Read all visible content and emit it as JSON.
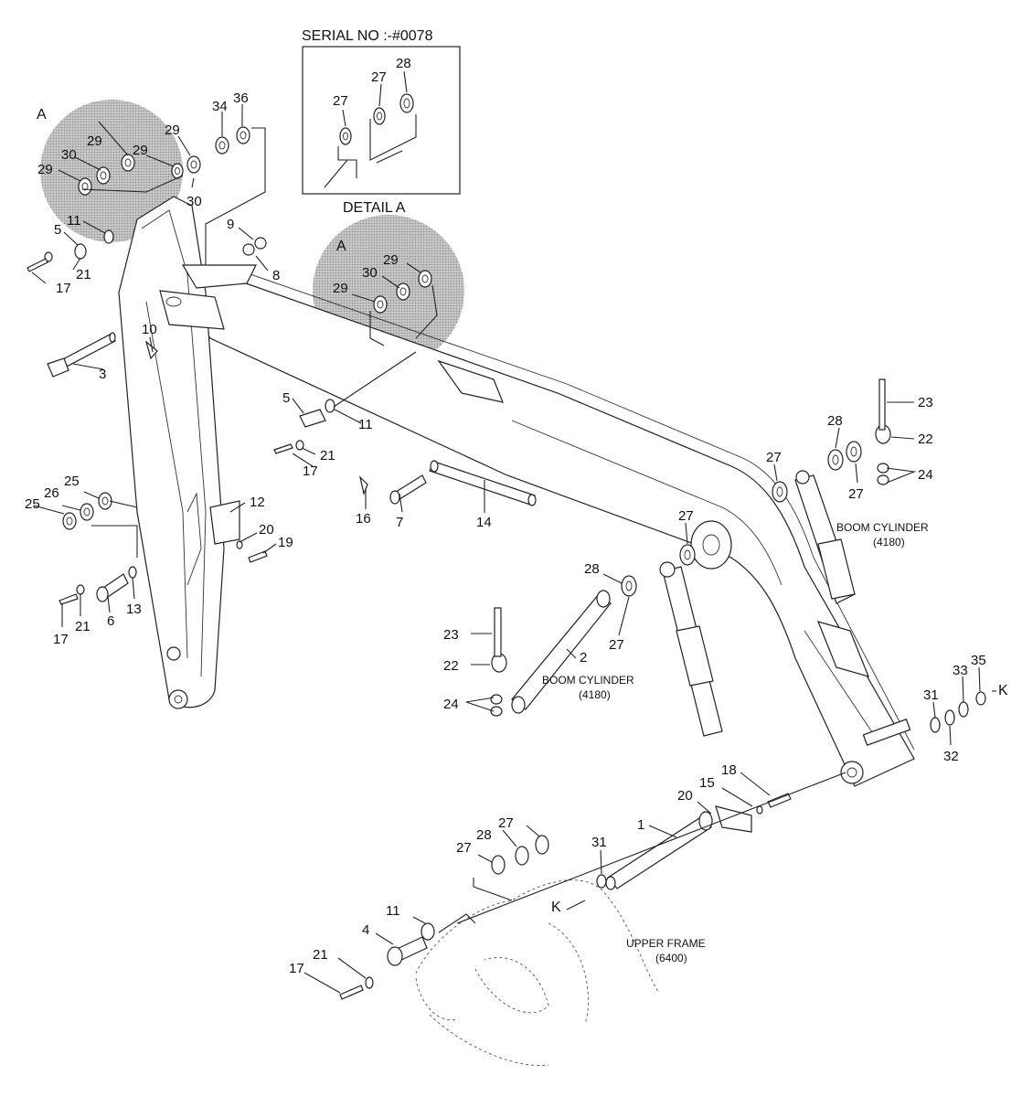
{
  "detail_box": {
    "serial": "SERIAL NO :-#0078",
    "caption": "DETAIL A"
  },
  "callouts": {
    "a_left": "A",
    "a_mid": "A",
    "k_right": "K",
    "k_bottom": "K"
  },
  "captions": {
    "boom_cyl_right": [
      "BOOM CYLINDER",
      "(4180)"
    ],
    "boom_cyl_mid": [
      "BOOM CYLINDER",
      "(4180)"
    ],
    "upper_frame": [
      "UPPER FRAME",
      "(6400)"
    ]
  },
  "part_numbers": [
    "1",
    "2",
    "3",
    "4",
    "5",
    "6",
    "7",
    "8",
    "9",
    "10",
    "11",
    "12",
    "13",
    "14",
    "15",
    "16",
    "17",
    "18",
    "19",
    "20",
    "21",
    "22",
    "23",
    "24",
    "25",
    "26",
    "27",
    "28",
    "29",
    "30",
    "31",
    "32",
    "33",
    "34",
    "35",
    "36"
  ],
  "labels": {
    "d27a": "27",
    "d27b": "27",
    "d28": "28",
    "l29a": "29",
    "l30a": "30",
    "l29b": "29",
    "l29c": "29",
    "l29d": "29",
    "l30b": "30",
    "l34": "34",
    "l36": "36",
    "l5a": "5",
    "l11a": "11",
    "l21a": "21",
    "l17a": "17",
    "l9": "9",
    "l8": "8",
    "l10": "10",
    "l3": "3",
    "m29a": "29",
    "m30": "30",
    "m29b": "29",
    "l5b": "5",
    "l11b": "11",
    "l21b": "21",
    "l17b": "17",
    "l25a": "25",
    "l26": "26",
    "l25b": "25",
    "l12": "12",
    "l20a": "20",
    "l19": "19",
    "l17c": "17",
    "l21c": "21",
    "l6": "6",
    "l13": "13",
    "l16": "16",
    "l7": "7",
    "l14": "14",
    "l23a": "23",
    "l28a": "28",
    "l22a": "22",
    "l27a": "27",
    "l27b": "27",
    "l24a": "24",
    "l27c": "27",
    "l28b": "28",
    "l2": "2",
    "l27d": "27",
    "l23b": "23",
    "l22b": "22",
    "l24b": "24",
    "l31a": "31",
    "l33": "33",
    "l35": "35",
    "l32": "32",
    "l18": "18",
    "l15": "15",
    "l20b": "20",
    "l1": "1",
    "l27e": "27",
    "l28c": "28",
    "l27f": "27",
    "l31b": "31",
    "l11c": "11",
    "l4": "4",
    "l21d": "21",
    "l17d": "17"
  }
}
